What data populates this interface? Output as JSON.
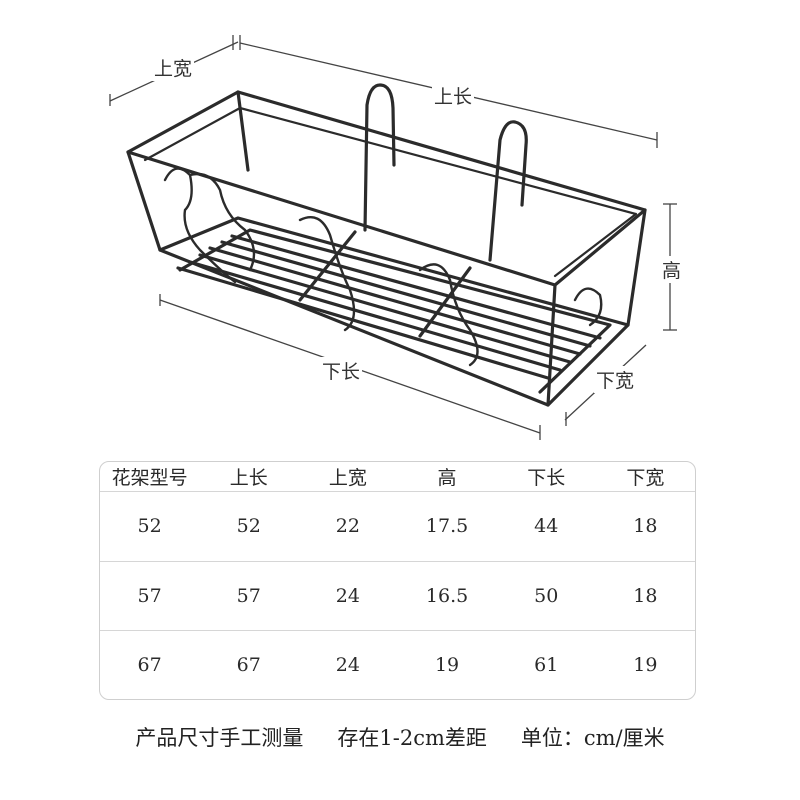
{
  "labels": {
    "top_width": "上宽",
    "top_length": "上长",
    "height": "高",
    "bottom_length": "下长",
    "bottom_width": "下宽"
  },
  "table": {
    "headers": [
      "花架型号",
      "上长",
      "上宽",
      "高",
      "下长",
      "下宽"
    ],
    "rows": [
      [
        "52",
        "52",
        "22",
        "17.5",
        "44",
        "18"
      ],
      [
        "57",
        "57",
        "24",
        "16.5",
        "50",
        "18"
      ],
      [
        "67",
        "67",
        "24",
        "19",
        "61",
        "19"
      ]
    ]
  },
  "footer": {
    "measure_note": "产品尺寸手工测量",
    "tolerance_note": "存在1-2cm差距",
    "unit_note": "单位：cm/厘米"
  },
  "colors": {
    "wire": "#2b2b2b",
    "dim_line": "#444444",
    "border": "#cfcfcf"
  }
}
